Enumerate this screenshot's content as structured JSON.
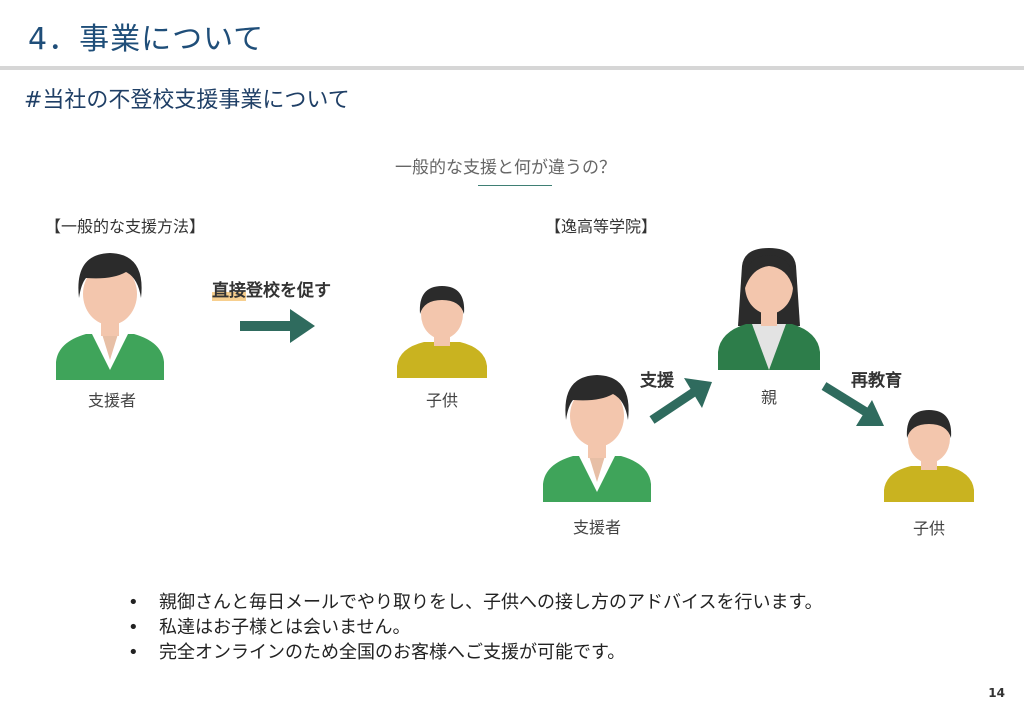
{
  "slide": {
    "title": "4．事業について",
    "subtitle": "#当社の不登校支援事業について",
    "page_number": "14"
  },
  "diagram": {
    "question": "一般的な支援と何が違うの？",
    "general": {
      "section_label": "【一般的な支援方法】",
      "supporter_caption": "支援者",
      "action_highlight": "直接",
      "action_rest": "登校を促す",
      "child_caption": "子供"
    },
    "ours": {
      "section_label": "【逸高等学院】",
      "supporter_caption": "支援者",
      "support_label": "支援",
      "parent_caption": "親",
      "reeducation_label": "再教育",
      "child_caption": "子供"
    },
    "colors": {
      "arrow": "#2f6b5e",
      "supporter_shirt": "#3fa45a",
      "parent_shirt": "#2d7d4a",
      "child_shirt": "#c9b320",
      "hair": "#2b2b2b",
      "skin": "#f3c6ad"
    }
  },
  "bullets": [
    "親御さんと毎日メールでやり取りをし、子供への接し方のアドバイスを行います。",
    "私達はお子様とは会いません。",
    "完全オンラインのため全国のお客様へご支援が可能です。"
  ]
}
